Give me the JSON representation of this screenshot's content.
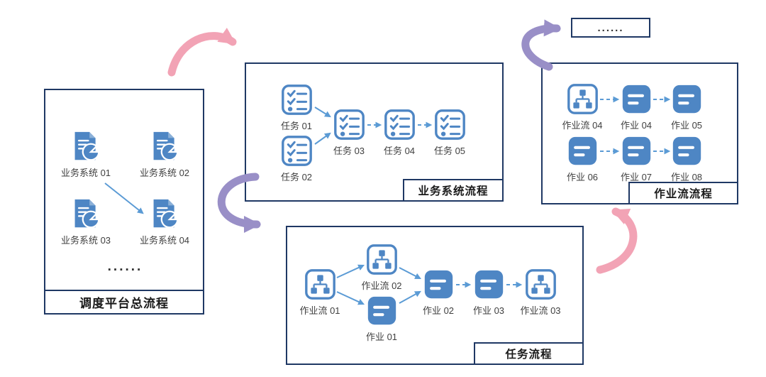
{
  "colors": {
    "icon_blue": "#4E86C4",
    "box_border": "#1F3864",
    "arrow_pink": "#F2A3B5",
    "arrow_purple": "#998FC7",
    "connector_blue": "#5B9BD5"
  },
  "platform": {
    "title": "调度平台总流程",
    "ellipsis": "......",
    "nodes": [
      {
        "icon": "doc-pie",
        "label": "业务系统 01"
      },
      {
        "icon": "doc-pie",
        "label": "业务系统 02"
      },
      {
        "icon": "doc-pie",
        "label": "业务系统 03"
      },
      {
        "icon": "doc-pie",
        "label": "业务系统 04"
      }
    ]
  },
  "business": {
    "title": "业务系统流程",
    "nodes": [
      {
        "icon": "checklist",
        "label": "任务 01"
      },
      {
        "icon": "checklist",
        "label": "任务 02"
      },
      {
        "icon": "checklist",
        "label": "任务 03"
      },
      {
        "icon": "checklist",
        "label": "任务 04"
      },
      {
        "icon": "checklist",
        "label": "任务 05"
      }
    ]
  },
  "task": {
    "title": "任务流程",
    "nodes": [
      {
        "icon": "sitemap",
        "label": "作业流 01"
      },
      {
        "icon": "sitemap",
        "label": "作业流 02"
      },
      {
        "icon": "job",
        "label": "作业 01"
      },
      {
        "icon": "job",
        "label": "作业 02"
      },
      {
        "icon": "job",
        "label": "作业 03"
      },
      {
        "icon": "sitemap",
        "label": "作业流 03"
      }
    ]
  },
  "jobflow": {
    "title": "作业流流程",
    "row1": [
      {
        "icon": "sitemap",
        "label": "作业流 04"
      },
      {
        "icon": "job",
        "label": "作业 04"
      },
      {
        "icon": "job",
        "label": "作业 05"
      }
    ],
    "row2": [
      {
        "icon": "job",
        "label": "作业 06"
      },
      {
        "icon": "job",
        "label": "作业 07"
      },
      {
        "icon": "job",
        "label": "作业 08"
      }
    ]
  },
  "more": {
    "label": "......"
  }
}
